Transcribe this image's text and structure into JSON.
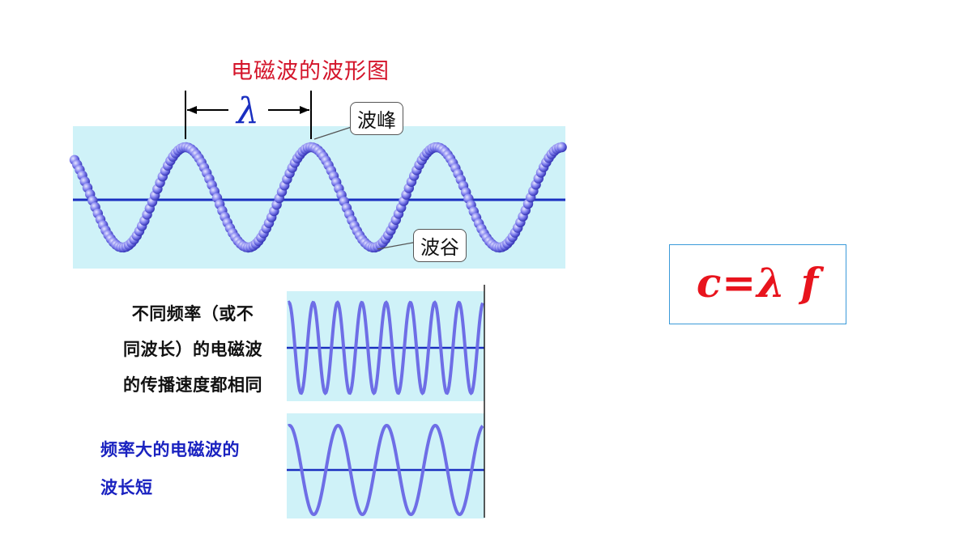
{
  "title": "电磁波的波形图",
  "lambda_symbol": "λ",
  "labels": {
    "crest": "波峰",
    "trough": "波谷"
  },
  "paragraphs": {
    "same_speed": [
      "不同频率（或不",
      "同波长）的电磁波",
      "的传播速度都相同"
    ],
    "high_freq": [
      "频率大的电磁波的",
      "波长短"
    ]
  },
  "formula": "c=λ f",
  "waves": {
    "main": {
      "cycles_shown": 3.75
    },
    "upper_panel": {
      "cycles_shown": 8
    },
    "lower_panel": {
      "cycles_shown": 4
    }
  },
  "colors": {
    "title": "#d4142a",
    "panel_bg": "#cff2f8",
    "axis": "#1a2fc0",
    "wave": "#6e6ee6",
    "formula": "#e8141d",
    "formula_border": "#3a9ad9",
    "blue_text": "#1a22c0"
  }
}
